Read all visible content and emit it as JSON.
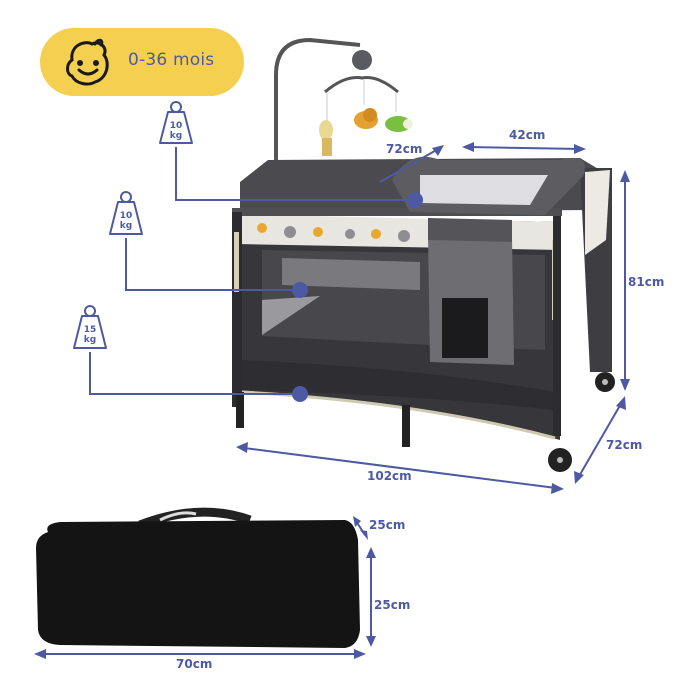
{
  "badge": {
    "icon": "baby-face-icon",
    "label": "0-36 mois",
    "background": "#f5cf4f",
    "text_color": "#4d5aa3"
  },
  "weight_limits": [
    {
      "value": "10",
      "unit": "kg",
      "target": "changing-table"
    },
    {
      "value": "10",
      "unit": "kg",
      "target": "bassinet"
    },
    {
      "value": "15",
      "unit": "kg",
      "target": "playpen-floor"
    }
  ],
  "crib_dimensions": {
    "changing_table_depth": "72cm",
    "changing_table_width": "42cm",
    "height": "81cm",
    "depth": "72cm",
    "length": "102cm"
  },
  "bag_dimensions": {
    "depth": "25cm",
    "height": "25cm",
    "length": "70cm"
  },
  "colors": {
    "annotation": "#4d5aa3",
    "accent_yellow": "#f5cf4f",
    "crib_dark": "#3a393d",
    "bag": "#151515"
  }
}
